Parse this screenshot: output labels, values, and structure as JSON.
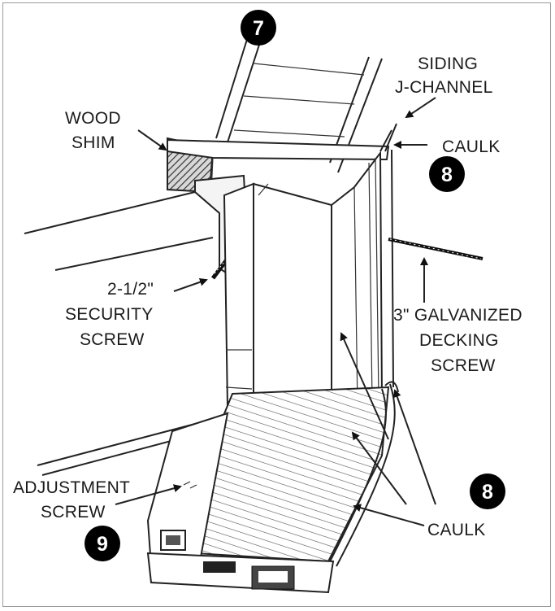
{
  "labels": {
    "wood_shim": [
      "WOOD",
      "SHIM"
    ],
    "siding_j_channel": [
      "SIDING",
      "J-CHANNEL"
    ],
    "caulk_top": "CAULK",
    "security_screw": [
      "2-1/2\"",
      "SECURITY",
      "SCREW"
    ],
    "decking_screw": [
      "3\" GALVANIZED",
      "DECKING",
      "SCREW"
    ],
    "adjustment_screw": [
      "ADJUSTMENT",
      "SCREW"
    ],
    "caulk_bottom": "CAULK"
  },
  "badges": {
    "step_top": "7",
    "step_right_upper": "8",
    "step_right_lower": "8",
    "step_left": "9"
  },
  "colors": {
    "ink": "#1b1b1b",
    "badge": "#000000",
    "badge_text": "#ffffff",
    "frame": "#9a9a9a"
  }
}
